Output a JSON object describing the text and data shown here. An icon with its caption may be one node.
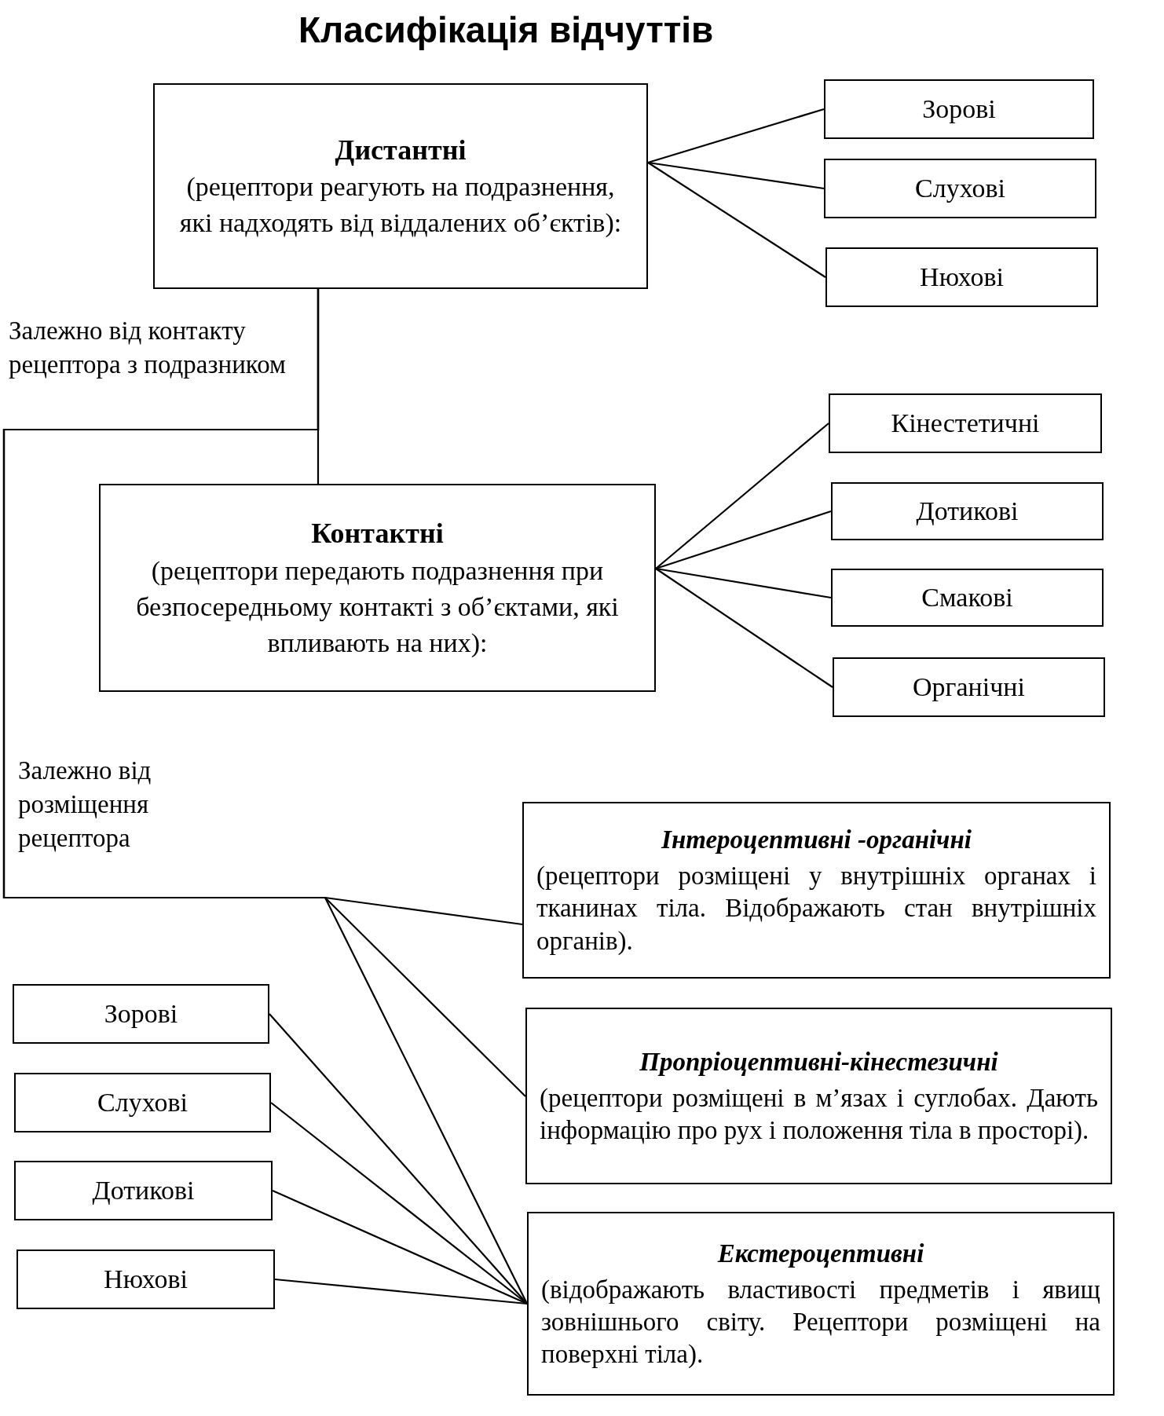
{
  "diagram": {
    "title": "Класифікація відчуттів",
    "nodes": [
      {
        "text": [
          "Дистантні",
          "(рецептори реагують на подразнення, які надходять від віддалених об’єктів):"
        ]
      },
      {
        "text": [
          "Зорові"
        ]
      },
      {
        "text": [
          "Слухові"
        ]
      },
      {
        "text": [
          "Нюхові"
        ]
      },
      {
        "text": [
          "Контактні",
          "(рецептори передають подразнення при безпосередньому контакті з об’єктами, які впливають на них):"
        ]
      },
      {
        "text": [
          "Кінестетичні"
        ]
      },
      {
        "text": [
          "Дотикові"
        ]
      },
      {
        "text": [
          "Смакові"
        ]
      },
      {
        "text": [
          "Органічні"
        ]
      },
      {
        "text": [
          "Інтероцептивні -органічні",
          "(рецептори розміщені у внутрішніх органах і тканинах тіла. Відображають стан внутрішніх органів)."
        ]
      },
      {
        "text": [
          "Пропріоцептивні-кінестезичні",
          "(рецептори розміщені в м’язах і суглобах. Дають інформацію про рух і положення тіла в просторі)."
        ]
      },
      {
        "text": [
          "Екстероцептивні",
          "(відображають властивості предметів і явищ зовнішнього світу. Рецептори розміщені на поверхні тіла)."
        ]
      },
      {
        "text": [
          "Зорові"
        ]
      },
      {
        "text": [
          "Слухові"
        ]
      },
      {
        "text": [
          "Дотикові"
        ]
      },
      {
        "text": [
          "Нюхові"
        ]
      }
    ],
    "edges": [
      {
        "from": 0,
        "to": 1,
        "arrow": "none"
      },
      {
        "from": 0,
        "to": 2,
        "arrow": "none"
      },
      {
        "from": 0,
        "to": 3,
        "arrow": "none"
      },
      {
        "from": 0,
        "to": 4,
        "arrow": "none"
      },
      {
        "from": 4,
        "to": 5,
        "arrow": "none"
      },
      {
        "from": 4,
        "to": 6,
        "arrow": "none"
      },
      {
        "from": 4,
        "to": 7,
        "arrow": "none"
      },
      {
        "from": 4,
        "to": 8,
        "arrow": "none"
      },
      {
        "from": 0,
        "to": 9,
        "arrow": "none"
      },
      {
        "from": 0,
        "to": 10,
        "arrow": "none"
      },
      {
        "from": 0,
        "to": 11,
        "arrow": "none"
      },
      {
        "from": 11,
        "to": 12,
        "arrow": "none"
      },
      {
        "from": 11,
        "to": 13,
        "arrow": "none"
      },
      {
        "from": 11,
        "to": 14,
        "arrow": "none"
      },
      {
        "from": 11,
        "to": 15,
        "arrow": "none"
      }
    ],
    "labels": [
      "Залежно від контакту рецептора з подразником",
      "Залежно від розміщення рецептора"
    ]
  }
}
